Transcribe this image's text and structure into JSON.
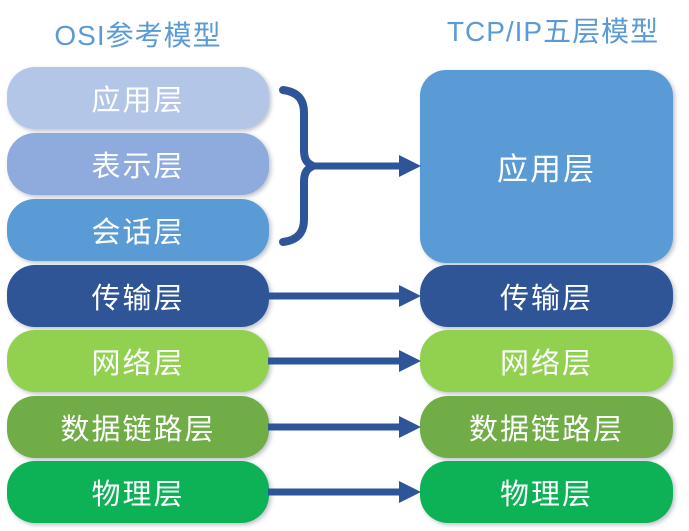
{
  "diagram": {
    "title_color": "#5b9bd5",
    "connector_color": "#2e5597",
    "text_color": "#ffffff",
    "left": {
      "title": "OSI参考模型",
      "layers": [
        {
          "label": "应用层",
          "color": "#b4c6e7"
        },
        {
          "label": "表示层",
          "color": "#8faadc"
        },
        {
          "label": "会话层",
          "color": "#5b9bd5"
        },
        {
          "label": "传输层",
          "color": "#2f5597"
        },
        {
          "label": "网络层",
          "color": "#92d050"
        },
        {
          "label": "数据链路层",
          "color": "#70ad47"
        },
        {
          "label": "物理层",
          "color": "#0db156"
        }
      ]
    },
    "right": {
      "title": "TCP/IP五层模型",
      "layers": [
        {
          "label": "应用层",
          "color": "#5b9bd5"
        },
        {
          "label": "传输层",
          "color": "#2f5597"
        },
        {
          "label": "网络层",
          "color": "#92d050"
        },
        {
          "label": "数据链路层",
          "color": "#70ad47"
        },
        {
          "label": "物理层",
          "color": "#0db156"
        }
      ]
    }
  }
}
